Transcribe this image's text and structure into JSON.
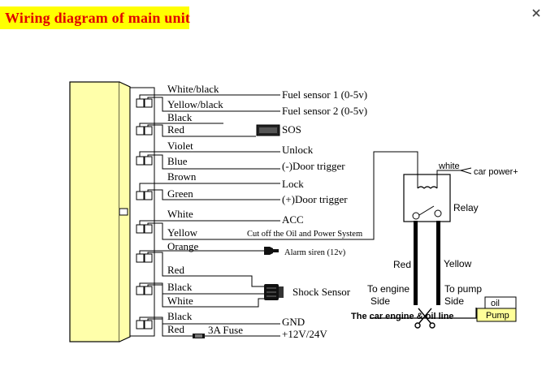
{
  "title": "Wiring diagram of main unit",
  "wires": [
    {
      "color": "White/black",
      "signal": "Fuel sensor 1 (0-5v)"
    },
    {
      "color": "Yellow/black",
      "signal": "Fuel sensor 2 (0-5v)"
    },
    {
      "color": "Black",
      "signal": ""
    },
    {
      "color": "Red",
      "signal": "SOS"
    },
    {
      "color": "Violet",
      "signal": "Unlock"
    },
    {
      "color": "Blue",
      "signal": "(-)Door trigger"
    },
    {
      "color": "Brown",
      "signal": "Lock"
    },
    {
      "color": "Green",
      "signal": "(+)Door trigger"
    },
    {
      "color": "White",
      "signal": "ACC"
    },
    {
      "color": "Yellow",
      "signal": "Cut off the Oil and Power System"
    },
    {
      "color": "Orange",
      "signal": "Alarm siren (12v)"
    },
    {
      "color": "Red",
      "signal": ""
    },
    {
      "color": "Black",
      "signal": "Shock Sensor"
    },
    {
      "color": "White",
      "signal": ""
    },
    {
      "color": "Black",
      "signal": "GND"
    },
    {
      "color": "Red",
      "signal": "+12V/24V"
    }
  ],
  "fuse_label": "3A Fuse",
  "relay": {
    "label": "Relay",
    "white_label": "white",
    "car_power_label": "car power+",
    "red_label": "Red",
    "yellow_label": "Yellow",
    "to_engine_line1": "To engine",
    "to_engine_line2": "Side",
    "to_pump_line1": "To pump",
    "to_pump_line2": "Side",
    "oil_line_label": "The car engine & oil line",
    "oil_label": "oil",
    "pump_label": "Pump"
  },
  "colors": {
    "title_bg": "#ffff00",
    "title_text": "#e00000",
    "unit_fill": "#ffffaa",
    "pump_fill": "#ffff99"
  }
}
